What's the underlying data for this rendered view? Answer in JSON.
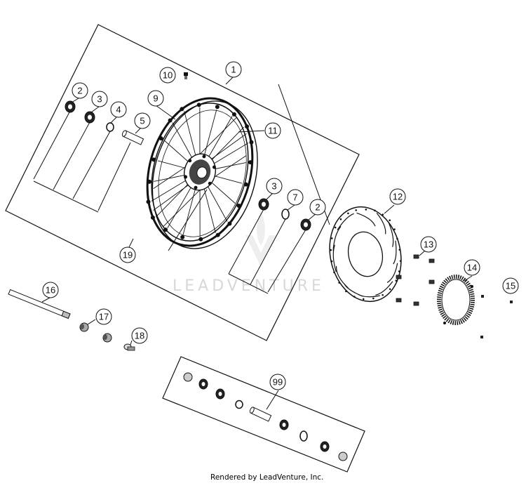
{
  "watermark": "LEADVENTURE",
  "credit": "Rendered by LeadVenture, Inc.",
  "callouts": {
    "c1": "1",
    "c2a": "2",
    "c2b": "2",
    "c3a": "3",
    "c3b": "3",
    "c4": "4",
    "c5": "5",
    "c7": "7",
    "c9": "9",
    "c10": "10",
    "c11": "11",
    "c12": "12",
    "c13": "13",
    "c14": "14",
    "c15": "15",
    "c16": "16",
    "c17": "17",
    "c18": "18",
    "c19": "19",
    "c99": "99"
  },
  "colors": {
    "line": "#111111",
    "watermark": "#d8d8d8",
    "background": "#ffffff"
  }
}
